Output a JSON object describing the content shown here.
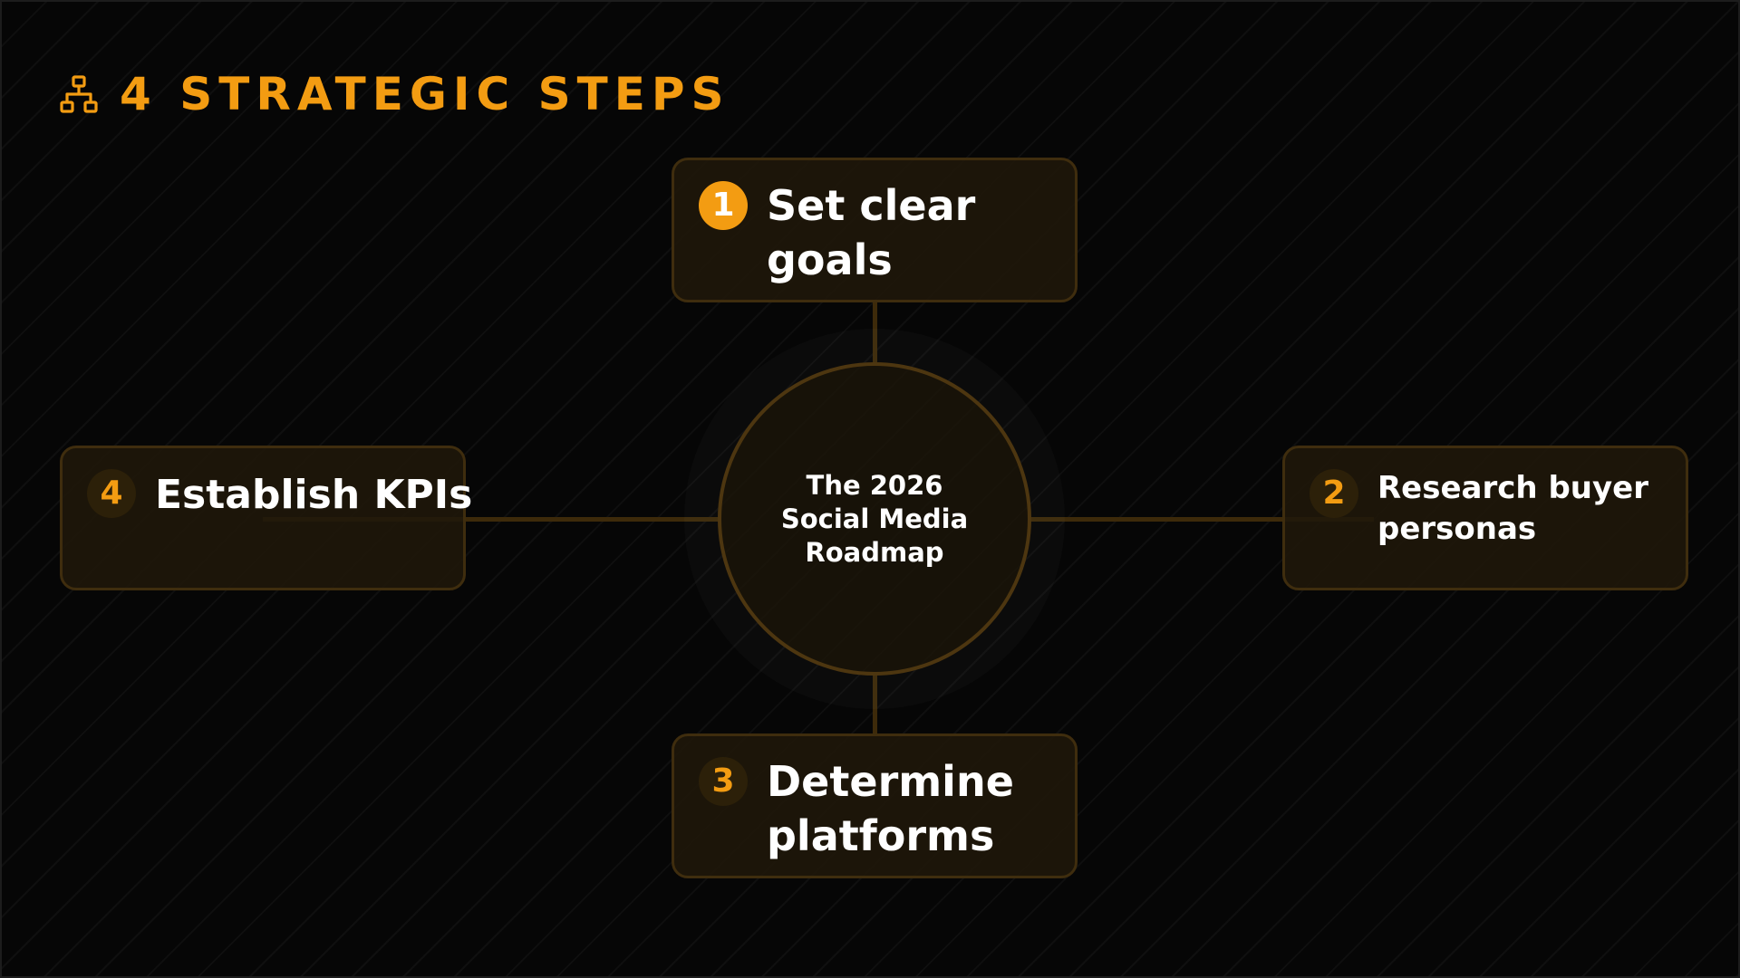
{
  "header": {
    "title": "4 STRATEGIC STEPS",
    "icon": "sitemap-icon"
  },
  "hub": {
    "label": "The 2026\nSocial Media\nRoadmap"
  },
  "steps": [
    {
      "number": "1",
      "label": "Set clear goals",
      "active": true
    },
    {
      "number": "2",
      "label": "Research buyer personas",
      "active": false
    },
    {
      "number": "3",
      "label": "Determine platforms",
      "active": false
    },
    {
      "number": "4",
      "label": "Establish KPIs",
      "active": false
    }
  ],
  "colors": {
    "accent": "#f39c12",
    "background": "#060606",
    "card_fill": "#1f180a",
    "card_border": "#3f2d0e",
    "text": "#ffffff"
  }
}
